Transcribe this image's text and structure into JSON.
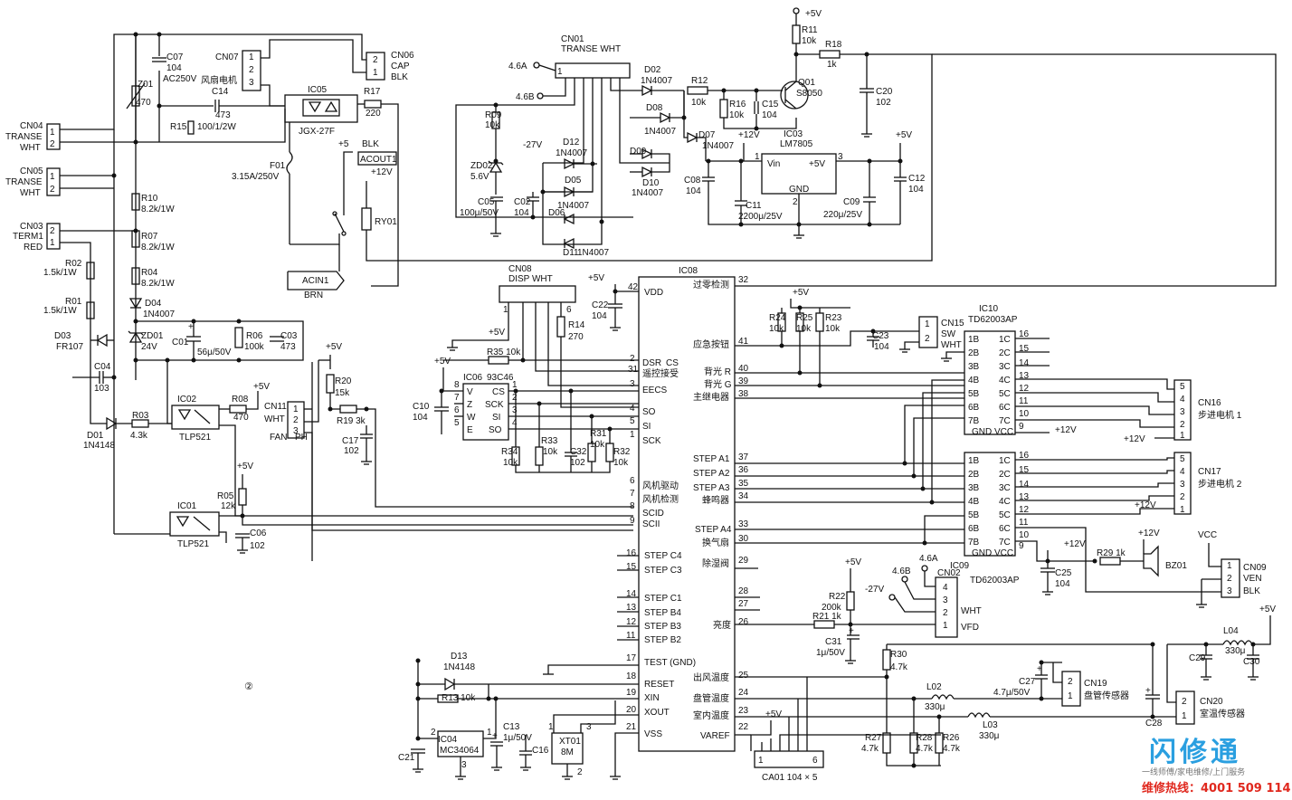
{
  "labels": {
    "cn04": "CN04",
    "cn04_a": "TRANSE",
    "cn04_b": "WHT",
    "cn05": "CN05",
    "cn05_a": "TRANSE",
    "cn05_b": "WHT",
    "cn03": "CN03",
    "cn03_a": "TERM1",
    "cn03_b": "RED",
    "cn07": "CN07",
    "fan_motor": "风扇电机",
    "cn06": "CN06",
    "cn06_a": "CAP",
    "cn06_b": "BLK",
    "c07": "C07",
    "c07_v": "104",
    "c07_r": "AC250V",
    "z01": "Z01",
    "z01_v": "470",
    "c14": "C14",
    "c14_v": "473",
    "r15": "R15",
    "r15_v": "100/1/2W",
    "ic05": "IC05",
    "ic05_p": "JGX-27F",
    "r17": "R17",
    "r17_v": "220",
    "p5v_blk": "+5",
    "blk": "BLK",
    "acout1": "ACOUT1",
    "f01": "F01",
    "f01_v": "3.15A/250V",
    "p12v": "+12V",
    "ry01": "RY01",
    "acin1": "ACIN1",
    "brn": "BRN",
    "r10": "R10",
    "r10_v": "8.2k/1W",
    "r07": "R07",
    "r07_v": "8.2k/1W",
    "r04": "R04",
    "r04_v": "8.2k/1W",
    "d04": "D04",
    "d04_v": "1N4007",
    "r02": "R02",
    "r02_v": "1.5k/1W",
    "r01": "R01",
    "r01_v": "1.5k/1W",
    "d03": "D03",
    "d03_v": "FR107",
    "zd01": "ZD01",
    "zd01_v": "24V",
    "c01": "C01",
    "c01_v": "56μ/50V",
    "r06": "R06",
    "r06_v": "100k",
    "c03": "C03",
    "c03_v": "473",
    "c04": "C04",
    "c04_v": "103",
    "d01": "D01",
    "d01_v": "1N4148",
    "r03": "R03",
    "r03_v": "4.3k",
    "ic02": "IC02",
    "ic02_p": "TLP521",
    "r08": "R08",
    "r08_v": "470",
    "cn11": "CN11",
    "cn11_w": "WHT",
    "fan": "FAN",
    "ph": "PH",
    "r20": "R20",
    "r20_v": "15k",
    "r19": "R19 3k",
    "c17": "C17",
    "c17_v": "102",
    "ic01": "IC01",
    "ic01_p": "TLP521",
    "r05": "R05",
    "r05_v": "12k",
    "c06": "C06",
    "c06_v": "102",
    "p5v": "+5V",
    "cn01": "CN01",
    "cn01_p": "TRANSE WHT",
    "v46a": "4.6A",
    "v46b": "4.6B",
    "r09": "R09",
    "r09_v": "10k",
    "m27v": "-27V",
    "zd02": "ZD02",
    "zd02_v": "5.6V",
    "c05": "C05",
    "c05_v": "100μ/50V",
    "c02": "C02",
    "c02_v": "104",
    "d12": "D12",
    "d05": "D05",
    "d06": "D06",
    "d11": "D11",
    "d02": "D02",
    "d08": "D08",
    "d09": "D09",
    "d10": "D10",
    "d07": "D07",
    "n4007": "1N4007",
    "r12": "R12",
    "r12_v": "10k",
    "r16": "R16",
    "r16_v": "10k",
    "c15": "C15",
    "c15_v": "104",
    "r11": "R11",
    "r11_v": "10k",
    "r18": "R18",
    "r18_v": "1k",
    "q01": "Q01",
    "q01_p": "S8050",
    "c20": "C20",
    "c20_v": "102",
    "ic03": "IC03",
    "ic03_p": "LM7805",
    "vin": "Vin",
    "p5": "+5V",
    "gnd": "GND",
    "c08": "C08",
    "c08_v": "104",
    "c11": "C11",
    "c11_v": "2200μ/25V",
    "c09": "C09",
    "c09_v": "220μ/25V",
    "c12": "C12",
    "c12_v": "104",
    "cn08": "CN08",
    "cn08_p": "DISP WHT",
    "r14": "R14",
    "r14_v": "270",
    "c22": "C22",
    "c22_v": "104",
    "r35": "R35 10k",
    "ic06": "IC06",
    "ic06_p": "93C46",
    "c10": "C10",
    "c10_v": "104",
    "r34": "R34",
    "r33": "R33",
    "r31": "R31",
    "r32": "R32",
    "k10": "10k",
    "c32": "C32",
    "c32_v": "102",
    "ic08": "IC08",
    "vdd": "VDD",
    "vss": "VSS",
    "dsr": "DSR",
    "cs": "CS",
    "ir": "遥控接受",
    "eecs": "EECS",
    "so": "SO",
    "si": "SI",
    "sck": "SCK",
    "fan_drive": "风机驱动",
    "fan_detect": "风机检测",
    "scid": "SCID",
    "scii": "SCII",
    "stc4": "STEP C4",
    "stc3": "STEP C3",
    "stc1": "STEP C1",
    "stb4": "STEP B4",
    "stb3": "STEP B3",
    "stb2": "STEP B2",
    "test": "TEST (GND)",
    "reset": "RESET",
    "xin": "XIN",
    "xout": "XOUT",
    "zero": "过零检测",
    "emerg": "应急按钮",
    "backr": "背光 R",
    "backg": "背光 G",
    "relay": "主继电器",
    "sta1": "STEP A1",
    "sta2": "STEP A2",
    "sta3": "STEP A3",
    "buzzer": "蜂鸣器",
    "sta4": "STEP A4",
    "vent": "换气扇",
    "dehum": "除湿阀",
    "bright": "亮度",
    "outtemp": "出风温度",
    "coiltemp": "盘管温度",
    "roomtemp": "室内温度",
    "varef": "VAREF",
    "r24": "R24",
    "r25": "R25",
    "r23": "R23",
    "cn15": "CN15",
    "sw": "SW",
    "wht": "WHT",
    "c23": "C23",
    "c23_v": "104",
    "ic10": "IC10",
    "ic10_p": "TD62003AP",
    "ic09": "IC09",
    "ic09_p": "TD62003AP",
    "gndvcc": "GND VCC",
    "cn16": "CN16",
    "cn16_p": "步进电机 1",
    "cn17": "CN17",
    "cn17_p": "步进电机 2",
    "c25": "C25",
    "c25_v": "104",
    "r29": "R29 1k",
    "bz01": "BZ01",
    "vcc": "VCC",
    "cn09": "CN09",
    "ven": "VEN",
    "cn02": "CN02",
    "vfd": "VFD",
    "r22": "R22",
    "r22_v": "200k",
    "r21": "R21 1k",
    "c31": "C31",
    "c31_v": "1μ/50V",
    "r30": "R30",
    "r30_v": "4.7k",
    "r27": "R27",
    "r28": "R28",
    "r26": "R26",
    "k47": "4.7k",
    "l02": "L02",
    "l02_v": "330μ",
    "l03": "L03",
    "l03_v": "330μ",
    "l04": "L04",
    "l04_v": "330μ",
    "c27": "C27",
    "c27_v": "4.7μ/50V",
    "cn19": "CN19",
    "cn19_p": "盘管传感器",
    "cn20": "CN20",
    "cn20_p": "室温传感器",
    "c28": "C28",
    "c29": "C29",
    "c30": "C30",
    "d13": "D13",
    "d13_v": "1N4148",
    "r13": "R13 10k",
    "c13": "C13",
    "c13_v": "1μ/50V",
    "ic04": "IC04",
    "ic04_p": "MC34064",
    "c16": "C16",
    "c21": "C21",
    "xt01": "XT01",
    "xt01_v": "8M",
    "ca01": "CA01 104 × 5",
    "circle2": "②"
  },
  "brand": {
    "name": "闪修通",
    "slogan": "一线师傅/家电维修/上门服务",
    "hotline": "维修热线：4001 509 114"
  }
}
